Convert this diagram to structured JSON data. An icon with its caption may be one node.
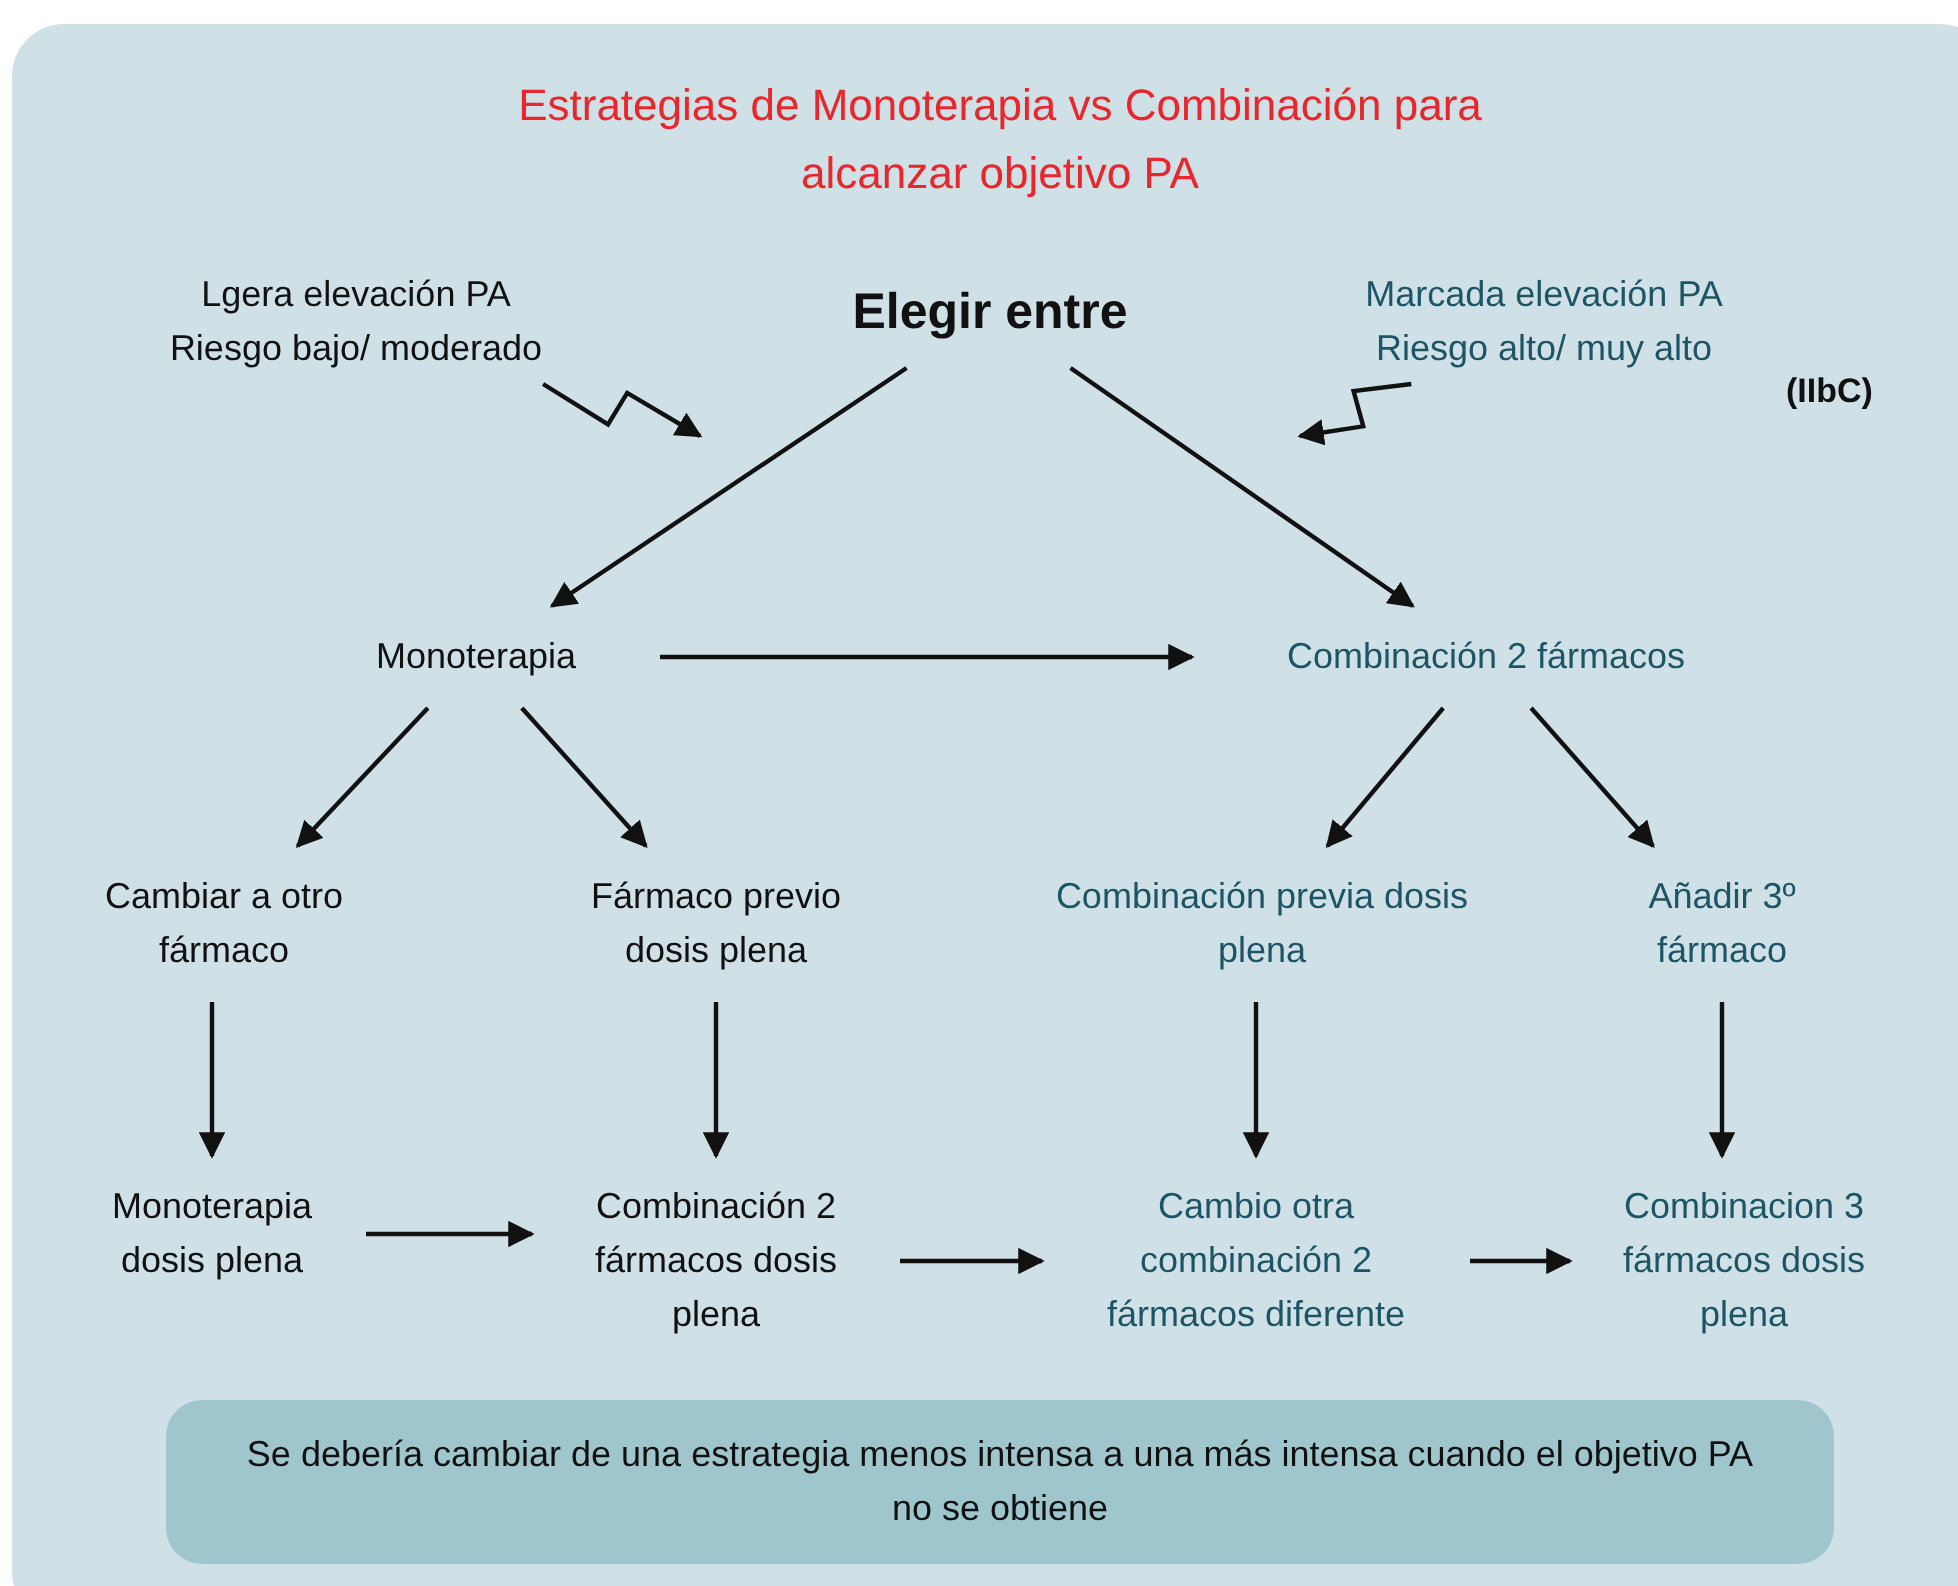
{
  "diagram": {
    "title": "Estrategias de Monoterapia vs Combinación para alcanzar objetivo PA",
    "nodes": [
      {
        "text": [
          "Elegir entre"
        ]
      },
      {
        "text": [
          "Lgera elevación PA Riesgo bajo/ moderado"
        ]
      },
      {
        "text": [
          "Marcada elevación PA Riesgo alto/ muy alto"
        ]
      },
      {
        "text": [
          "Monoterapia"
        ]
      },
      {
        "text": [
          "Combinación 2 fármacos"
        ]
      },
      {
        "text": [
          "Cambiar a otro fármaco"
        ]
      },
      {
        "text": [
          "Fármaco previo dosis plena"
        ]
      },
      {
        "text": [
          "Combinación previa dosis plena"
        ]
      },
      {
        "text": [
          "Añadir 3º fármaco"
        ]
      },
      {
        "text": [
          "Monoterapia dosis plena"
        ]
      },
      {
        "text": [
          "Combinación 2 fármacos dosis plena"
        ]
      },
      {
        "text": [
          "Cambio otra combinación 2 fármacos diferente"
        ]
      },
      {
        "text": [
          "Combinacion 3 fármacos dosis plena"
        ]
      },
      {
        "text": [
          "Se debería cambiar de una estrategia menos intensa a una más intensa cuando el objetivo PA no se obtiene"
        ]
      }
    ],
    "edges": [
      {
        "from": 0,
        "to": 3,
        "arrow": "to"
      },
      {
        "from": 0,
        "to": 4,
        "arrow": "to"
      },
      {
        "from": 1,
        "to": null,
        "arrow": "to"
      },
      {
        "from": 2,
        "to": null,
        "arrow": "to"
      },
      {
        "from": 3,
        "to": 4,
        "arrow": "to"
      },
      {
        "from": 3,
        "to": 5,
        "arrow": "to"
      },
      {
        "from": 3,
        "to": 6,
        "arrow": "to"
      },
      {
        "from": 4,
        "to": 7,
        "arrow": "to"
      },
      {
        "from": 4,
        "to": 8,
        "arrow": "to"
      },
      {
        "from": 5,
        "to": 9,
        "arrow": "to"
      },
      {
        "from": 6,
        "to": 10,
        "arrow": "to"
      },
      {
        "from": 7,
        "to": 11,
        "arrow": "to"
      },
      {
        "from": 8,
        "to": 12,
        "arrow": "to"
      },
      {
        "from": 9,
        "to": 10,
        "arrow": "to"
      },
      {
        "from": 10,
        "to": 11,
        "arrow": "to"
      },
      {
        "from": 11,
        "to": 12,
        "arrow": "to"
      }
    ],
    "labels": [
      "(IIbC)"
    ]
  }
}
